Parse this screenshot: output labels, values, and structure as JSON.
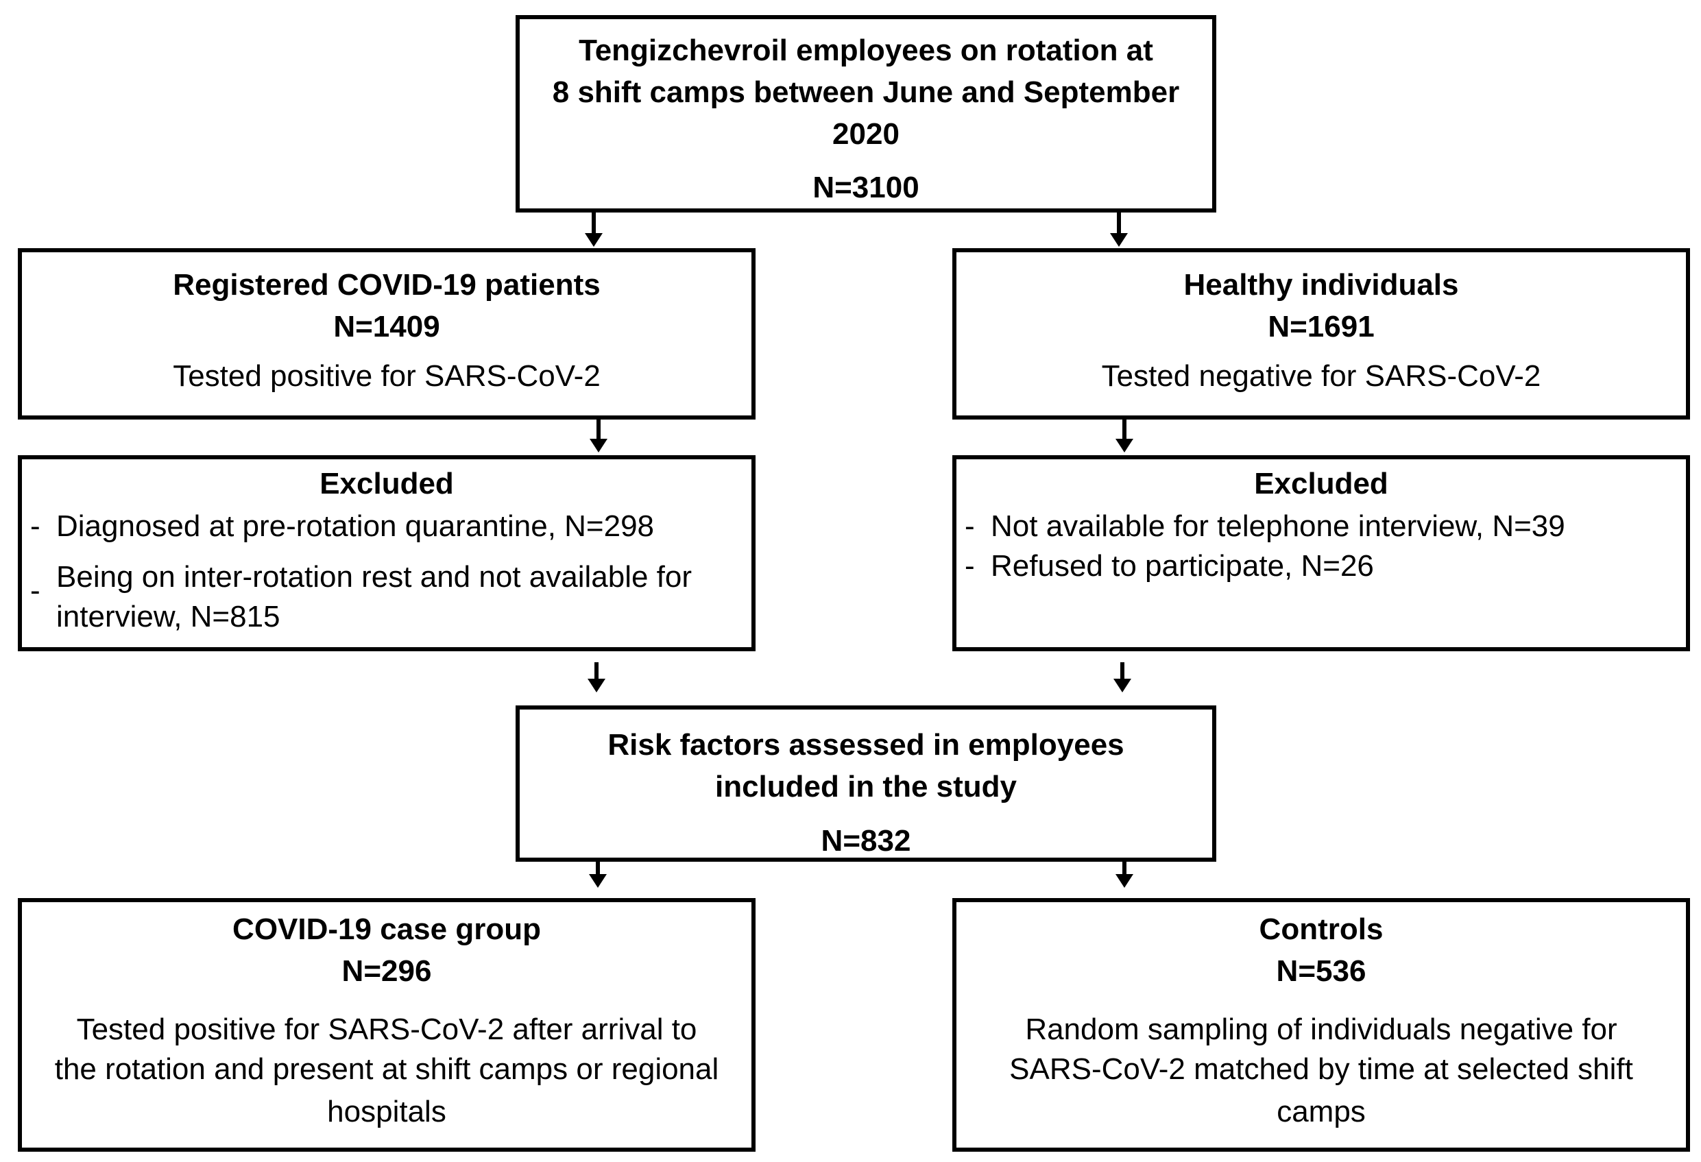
{
  "top": {
    "line1": "Tengizchevroil employees on rotation at",
    "line2": "8 shift camps  between June and September",
    "line3": "2020",
    "n": "N=3100"
  },
  "left_group": {
    "title": "Registered COVID-19 patients",
    "n": "N=1409",
    "desc": "Tested positive for SARS-CoV-2"
  },
  "right_group": {
    "title": "Healthy individuals",
    "n": "N=1691",
    "desc": "Tested negative for SARS-CoV-2"
  },
  "left_excluded": {
    "title": "Excluded",
    "items": [
      {
        "dash": "-",
        "line1": "Diagnosed at pre-rotation quarantine, N=298"
      },
      {
        "dash": "-",
        "line1": "Being on inter-rotation rest and not available for",
        "line2": "interview, N=815"
      }
    ]
  },
  "right_excluded": {
    "title": "Excluded",
    "items": [
      {
        "dash": "-",
        "line1": "Not available for telephone interview, N=39"
      },
      {
        "dash": "-",
        "line1": "Refused to participate, N=26"
      }
    ]
  },
  "middle": {
    "line1": "Risk factors assessed in employees",
    "line2": "included in the study",
    "n": "N=832"
  },
  "case_group": {
    "title": "COVID-19 case group",
    "n": "N=296",
    "line1": "Tested positive for SARS-CoV-2 after arrival to",
    "line2": "the rotation and present at shift camps or regional",
    "line3": "hospitals"
  },
  "controls": {
    "title": "Controls",
    "n": "N=536",
    "line1": "Random sampling of individuals negative for",
    "line2": "SARS-CoV-2 matched by time at selected shift",
    "line3": "camps"
  }
}
